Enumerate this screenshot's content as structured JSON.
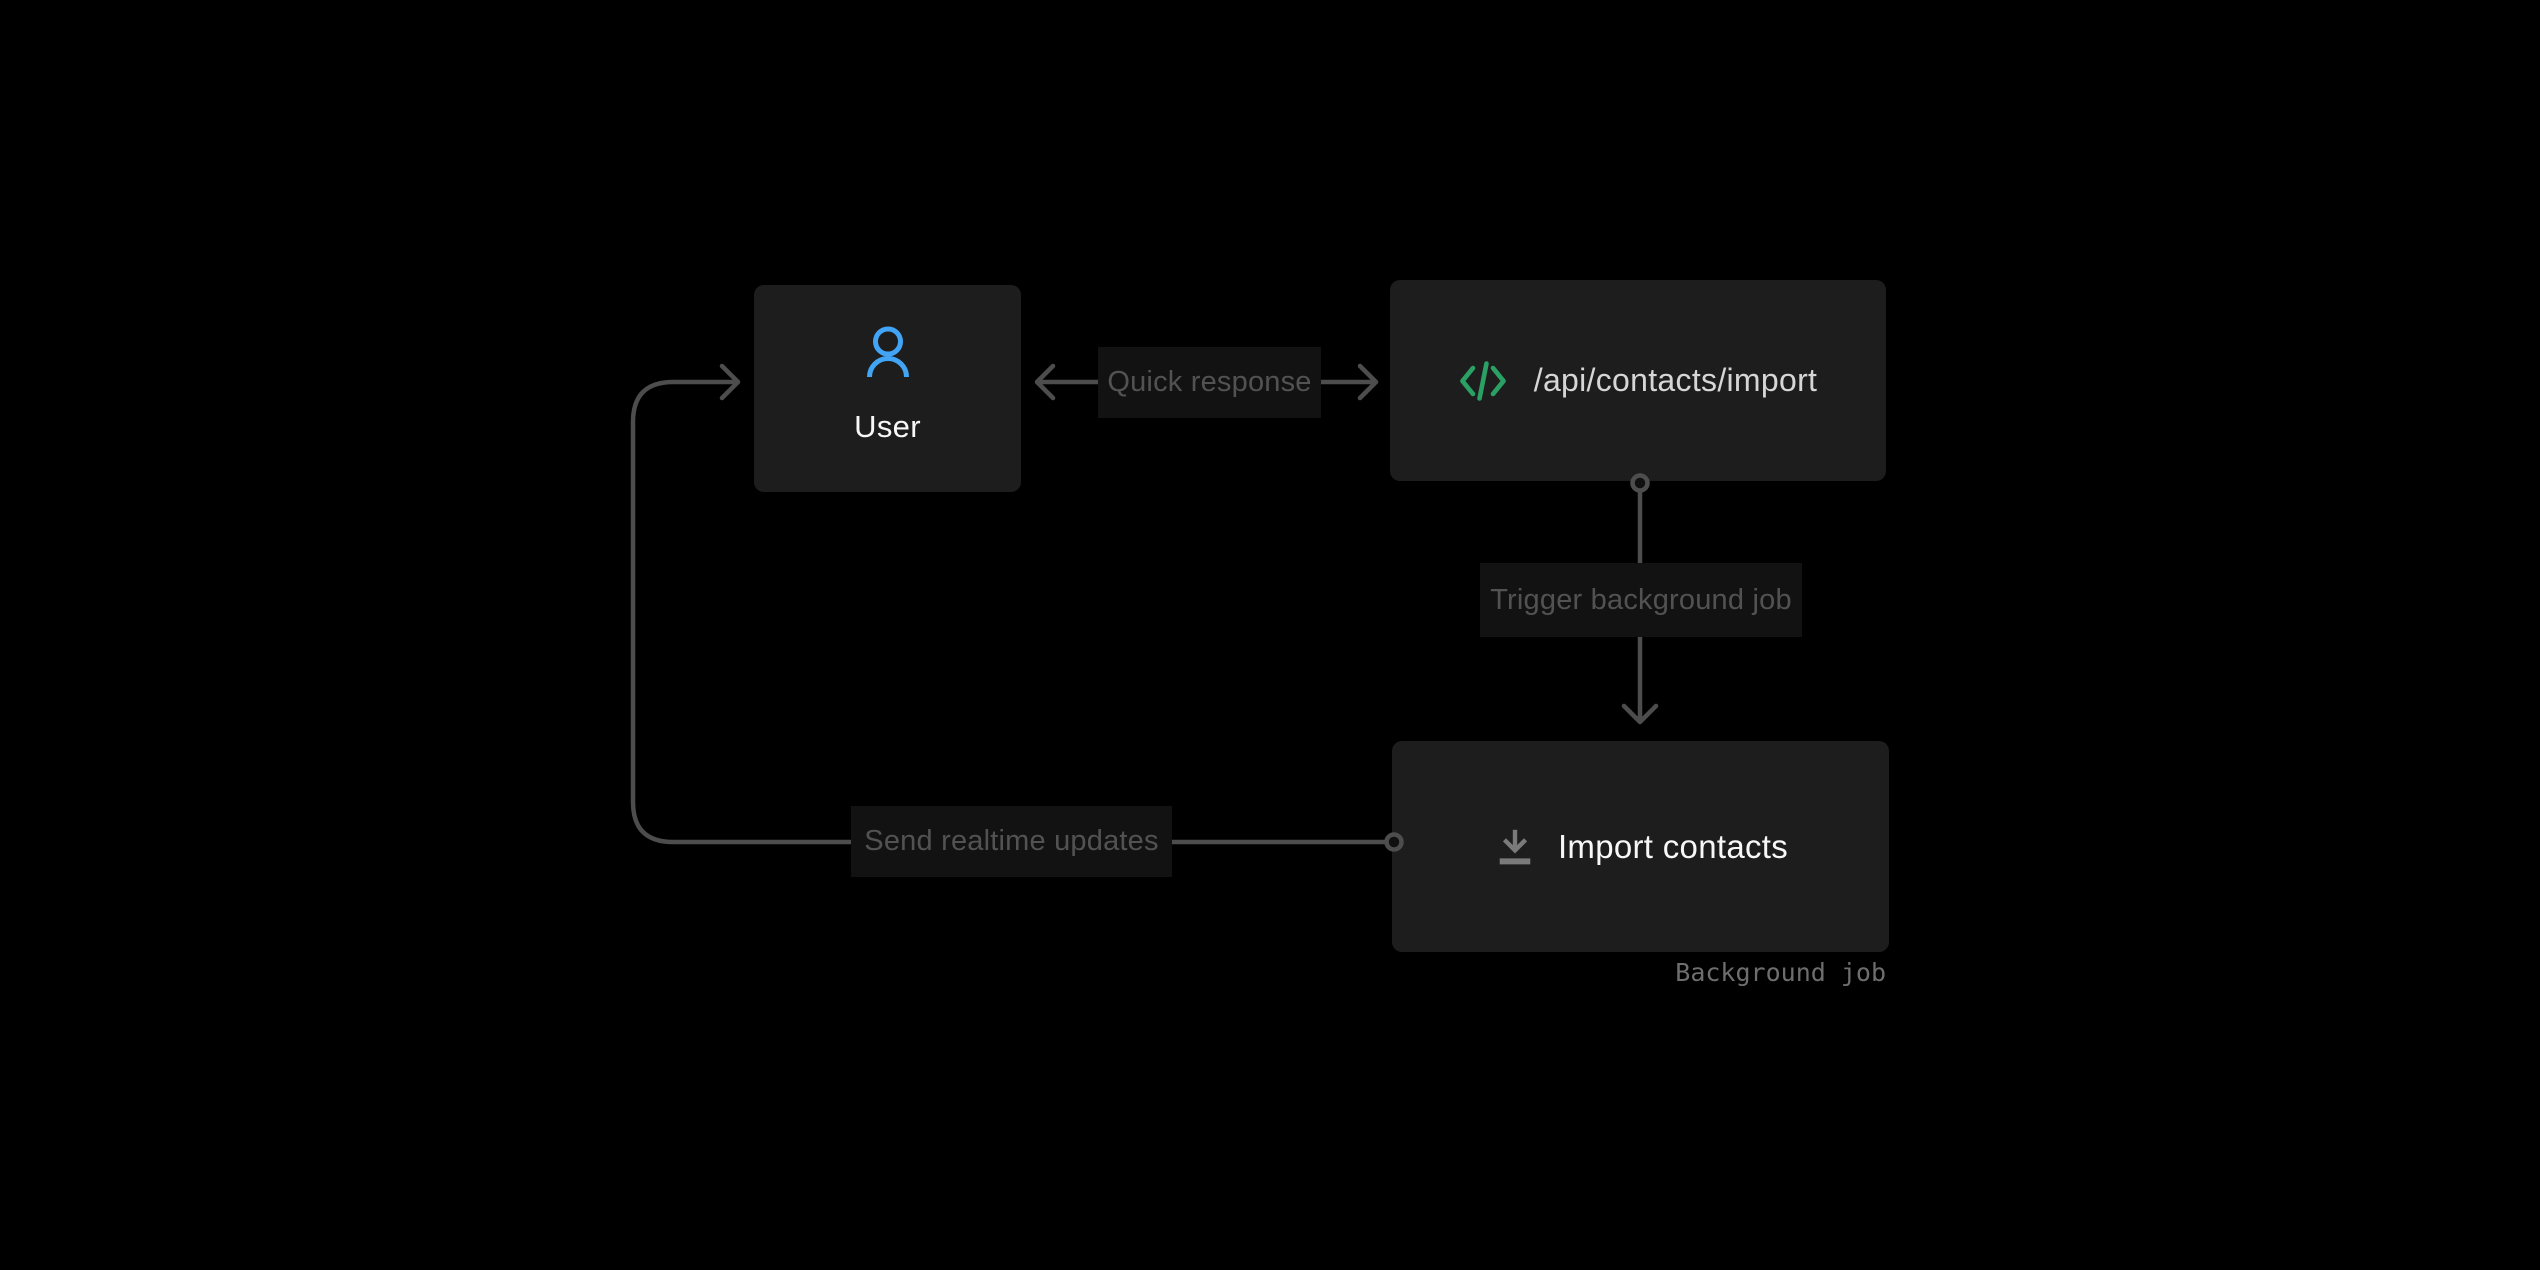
{
  "diagram": {
    "background_color": "#000000",
    "node_fill": "#1d1d1d",
    "label_fill": "#121212",
    "wire_color": "#4d4d4d",
    "nodes": [
      {
        "id": "user",
        "label": "User",
        "icon": "person-icon",
        "icon_color": "#42a4f5"
      },
      {
        "id": "api-endpoint",
        "label": "/api/contacts/import",
        "icon": "code-icon",
        "icon_color": "#2ba064"
      },
      {
        "id": "import-contacts",
        "label": "Import contacts",
        "icon": "download-icon",
        "icon_color": "#7a7a7a",
        "caption": "Background job"
      }
    ],
    "edges": [
      {
        "id": "quick-response",
        "label": "Quick response",
        "from": "api-endpoint",
        "to": "user",
        "style": "double-headed"
      },
      {
        "id": "trigger-job",
        "label": "Trigger background job",
        "from": "api-endpoint",
        "to": "import-contacts",
        "style": "down-arrow"
      },
      {
        "id": "realtime-updates",
        "label": "Send realtime updates",
        "from": "import-contacts",
        "to": "user",
        "style": "elbow-arrow"
      }
    ]
  }
}
